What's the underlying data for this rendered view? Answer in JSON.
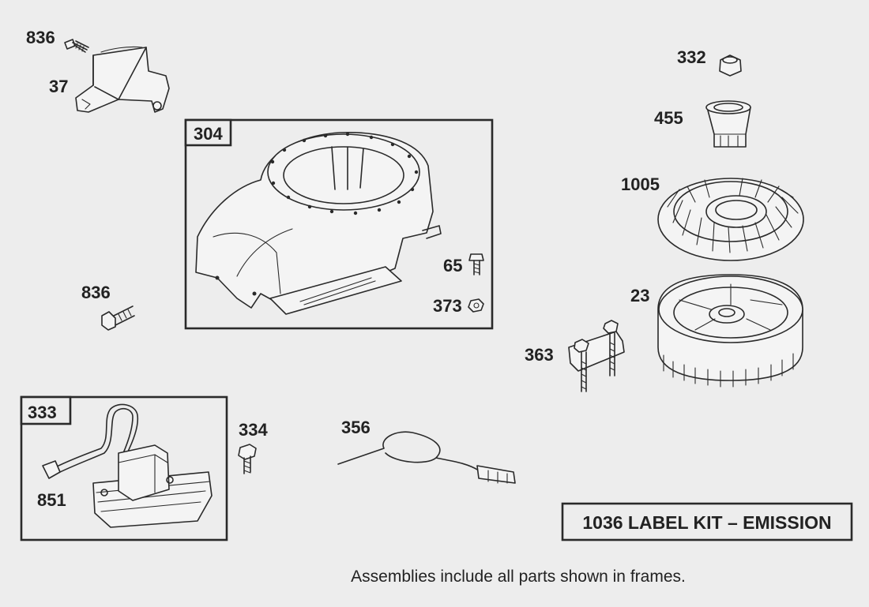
{
  "parts": {
    "p836_top": "836",
    "p37": "37",
    "p304": "304",
    "p65": "65",
    "p373": "373",
    "p836_mid": "836",
    "p332": "332",
    "p455": "455",
    "p1005": "1005",
    "p23": "23",
    "p363": "363",
    "p333": "333",
    "p851": "851",
    "p334": "334",
    "p356": "356"
  },
  "kit_label": "1036 LABEL KIT – EMISSION",
  "footer_note": "Assemblies include all parts shown in frames."
}
